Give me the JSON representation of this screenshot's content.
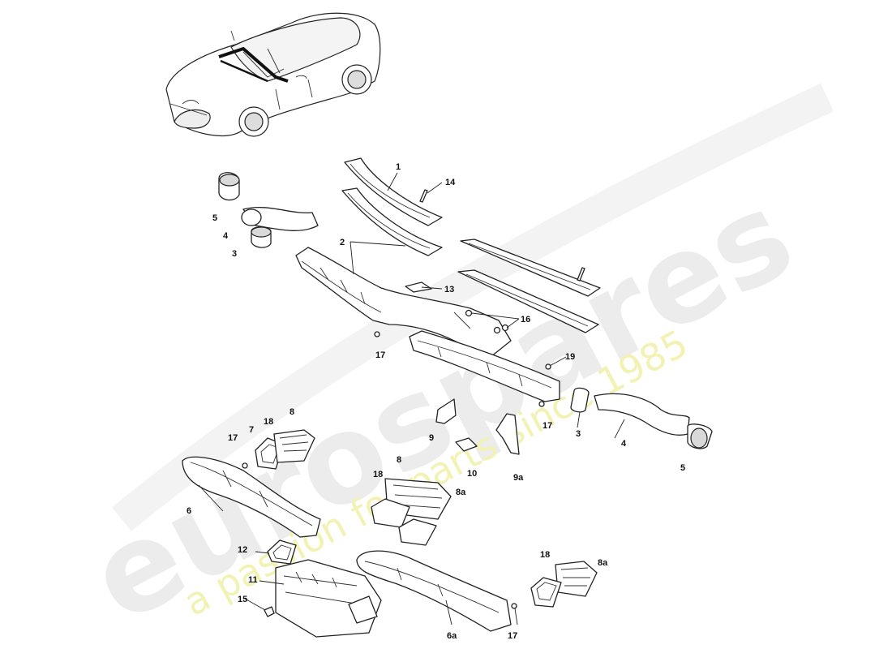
{
  "watermark": {
    "brand": "eurospares",
    "tagline": "a passion for parts since 1985"
  },
  "callouts": [
    {
      "id": "c1",
      "text": "1"
    },
    {
      "id": "c14",
      "text": "14"
    },
    {
      "id": "c5a",
      "text": "5"
    },
    {
      "id": "c4a",
      "text": "4"
    },
    {
      "id": "c3a",
      "text": "3"
    },
    {
      "id": "c2",
      "text": "2"
    },
    {
      "id": "c13",
      "text": "13"
    },
    {
      "id": "c16",
      "text": "16"
    },
    {
      "id": "c17a",
      "text": "17"
    },
    {
      "id": "c19",
      "text": "19"
    },
    {
      "id": "c17b",
      "text": "17"
    },
    {
      "id": "c3b",
      "text": "3"
    },
    {
      "id": "c4b",
      "text": "4"
    },
    {
      "id": "c5b",
      "text": "5"
    },
    {
      "id": "c17c",
      "text": "17"
    },
    {
      "id": "c7",
      "text": "7"
    },
    {
      "id": "c18a",
      "text": "18"
    },
    {
      "id": "c8a",
      "text": "8"
    },
    {
      "id": "c9",
      "text": "9"
    },
    {
      "id": "c10",
      "text": "10"
    },
    {
      "id": "c9a",
      "text": "9a"
    },
    {
      "id": "c6",
      "text": "6"
    },
    {
      "id": "c18b",
      "text": "18"
    },
    {
      "id": "c8b",
      "text": "8"
    },
    {
      "id": "c8a2",
      "text": "8a"
    },
    {
      "id": "c12",
      "text": "12"
    },
    {
      "id": "c11",
      "text": "11"
    },
    {
      "id": "c15",
      "text": "15"
    },
    {
      "id": "c18c",
      "text": "18"
    },
    {
      "id": "c8a3",
      "text": "8a"
    },
    {
      "id": "c6a",
      "text": "6a"
    },
    {
      "id": "c17d",
      "text": "17"
    }
  ]
}
